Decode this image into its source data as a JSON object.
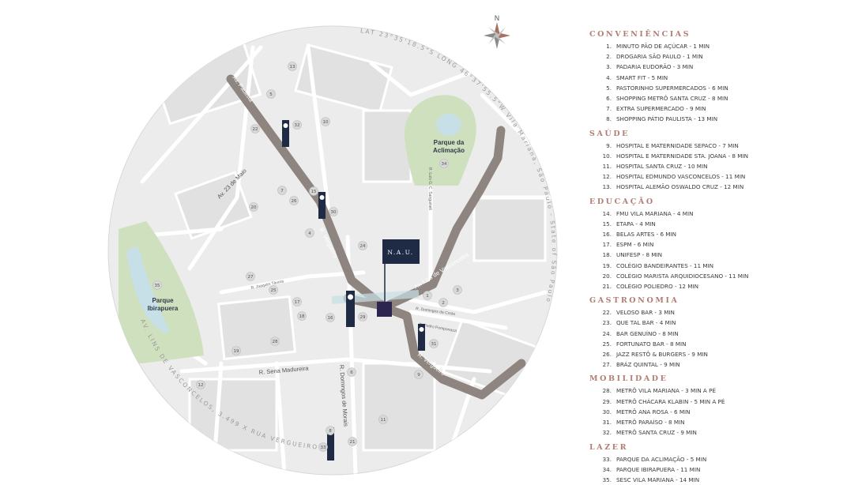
{
  "map": {
    "compass_label": "N",
    "coords_text": "LAT 23°35'18.5\"S LONG 46°37'55.5\"W  Vila Mariana, São Paulo - State of São Paulo",
    "address_text": "AV. LINS DE VASCONCELOS, 3.499 X RUA VERGUEIRO",
    "nau_logo": "N.A.U.",
    "parks": [
      {
        "name": "Parque da Aclimação"
      },
      {
        "name": "Parque Ibirapuera"
      }
    ],
    "streets": [
      {
        "name": "Av. Paulista"
      },
      {
        "name": "Av. 23 de Maio"
      },
      {
        "name": "R. Vergueiro"
      },
      {
        "name": "Av. Lins de Vasconcelos"
      },
      {
        "name": "R. Vergueiro"
      },
      {
        "name": "R. Domingos de Morais"
      },
      {
        "name": "R. Sena Madureira"
      },
      {
        "name": "R. Joaquim Távora"
      },
      {
        "name": "R. Domingos da Costa"
      },
      {
        "name": "R. Pedro Pomponazzi"
      },
      {
        "name": "R. Luís G. C. Sanguineti"
      }
    ],
    "markers": [
      "1",
      "2",
      "3",
      "4",
      "5",
      "6",
      "7",
      "8",
      "9",
      "10",
      "11",
      "12",
      "13",
      "15",
      "16",
      "17",
      "18",
      "19",
      "20",
      "21",
      "22",
      "24",
      "25",
      "26",
      "27",
      "28",
      "29",
      "30",
      "31",
      "32",
      "33",
      "34",
      "35"
    ]
  },
  "legend": [
    {
      "title": "CONVENIÊNCIAS",
      "items": [
        {
          "n": "1.",
          "t": "MINUTO PÃO DE AÇÚCAR - 1 MIN"
        },
        {
          "n": "2.",
          "t": "DROGARIA SÃO PAULO - 1 MIN"
        },
        {
          "n": "3.",
          "t": "PADARIA EUDORÃO - 3 MIN"
        },
        {
          "n": "4.",
          "t": "SMART FIT - 5 MIN"
        },
        {
          "n": "5.",
          "t": "PASTORINHO SUPERMERCADOS - 6 MIN"
        },
        {
          "n": "6.",
          "t": "SHOPPING METRÔ SANTA CRUZ - 8 MIN"
        },
        {
          "n": "7.",
          "t": "EXTRA SUPERMERCADO - 9 MIN"
        },
        {
          "n": "8.",
          "t": "SHOPPING PÁTIO PAULISTA - 13 MIN"
        }
      ]
    },
    {
      "title": "SAÚDE",
      "items": [
        {
          "n": "9.",
          "t": "HOSPITAL E MATERNIDADE SEPACO - 7 MIN"
        },
        {
          "n": "10.",
          "t": "HOSPITAL E MATERNIDADE STA. JOANA - 8 MIN"
        },
        {
          "n": "11.",
          "t": "HOSPITAL SANTA CRUZ - 10 MIN"
        },
        {
          "n": "12.",
          "t": "HOSPITAL EDMUNDO VASCONCELOS - 11 MIN"
        },
        {
          "n": "13.",
          "t": "HOSPITAL ALEMÃO OSWALDO CRUZ - 12 MIN"
        }
      ]
    },
    {
      "title": "EDUCAÇÃO",
      "items": [
        {
          "n": "14.",
          "t": "FMU VILA MARIANA - 4 MIN"
        },
        {
          "n": "15.",
          "t": "ETAPA - 4 MIN"
        },
        {
          "n": "16.",
          "t": "BELAS ARTES - 6 MIN"
        },
        {
          "n": "17.",
          "t": "ESPM - 6 MIN"
        },
        {
          "n": "18.",
          "t": "UNIFESP - 8 MIN"
        },
        {
          "n": "19.",
          "t": "COLÉGIO BANDEIRANTES - 11 MIN"
        },
        {
          "n": "20.",
          "t": "COLÉGIO MARISTA ARQUIDIOCESANO - 11 MIN"
        },
        {
          "n": "21.",
          "t": "COLÉGIO POLIEDRO - 12 MIN"
        }
      ]
    },
    {
      "title": "GASTRONOMIA",
      "items": [
        {
          "n": "22.",
          "t": "VELOSO BAR - 3 MIN"
        },
        {
          "n": "23.",
          "t": "QUE TAL BAR - 4 MIN"
        },
        {
          "n": "24.",
          "t": "BAR GENUÍNO - 8 MIN"
        },
        {
          "n": "25.",
          "t": "FORTUNATO BAR - 8 MIN"
        },
        {
          "n": "26.",
          "t": "JAZZ RESTÔ & BURGERS - 9 MIN"
        },
        {
          "n": "27.",
          "t": "BRÁZ QUINTAL - 9 MIN"
        }
      ]
    },
    {
      "title": "MOBILIDADE",
      "items": [
        {
          "n": "28.",
          "t": "METRÔ VILA MARIANA - 3 MIN A PÉ"
        },
        {
          "n": "29.",
          "t": "METRÔ CHÁCARA KLABIN - 5 MIN A PÉ"
        },
        {
          "n": "30.",
          "t": "METRÔ ANA ROSA - 6 MIN"
        },
        {
          "n": "31.",
          "t": "METRÔ PARAÍSO - 8 MIN"
        },
        {
          "n": "32.",
          "t": "METRÔ SANTA CRUZ - 9 MIN"
        }
      ]
    },
    {
      "title": "LAZER",
      "items": [
        {
          "n": "33.",
          "t": "PARQUE DA ACLIMAÇÃO - 5 MIN"
        },
        {
          "n": "34.",
          "t": "PARQUE IBIRAPUERA - 11 MIN"
        },
        {
          "n": "35.",
          "t": "SESC VILA MARIANA - 14 MIN"
        }
      ]
    }
  ]
}
